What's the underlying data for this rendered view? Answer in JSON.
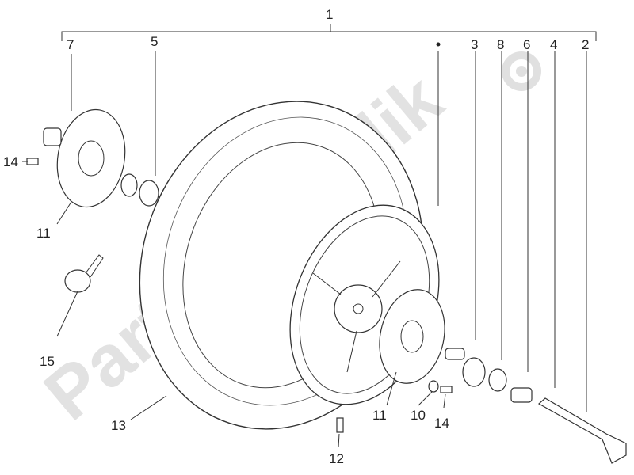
{
  "diagram": {
    "callouts": {
      "c1": "1",
      "c2": "2",
      "c3": "3",
      "c4": "4",
      "c5": "5",
      "c6": "6",
      "c7": "7",
      "c8": "8",
      "c10": "10",
      "c11a": "11",
      "c11b": "11",
      "c12": "12",
      "c13": "13",
      "c14a": "14",
      "c14b": "14",
      "c15": "15"
    },
    "watermark": "PartsRepublik",
    "icons": {
      "logo": "gear-icon"
    }
  }
}
